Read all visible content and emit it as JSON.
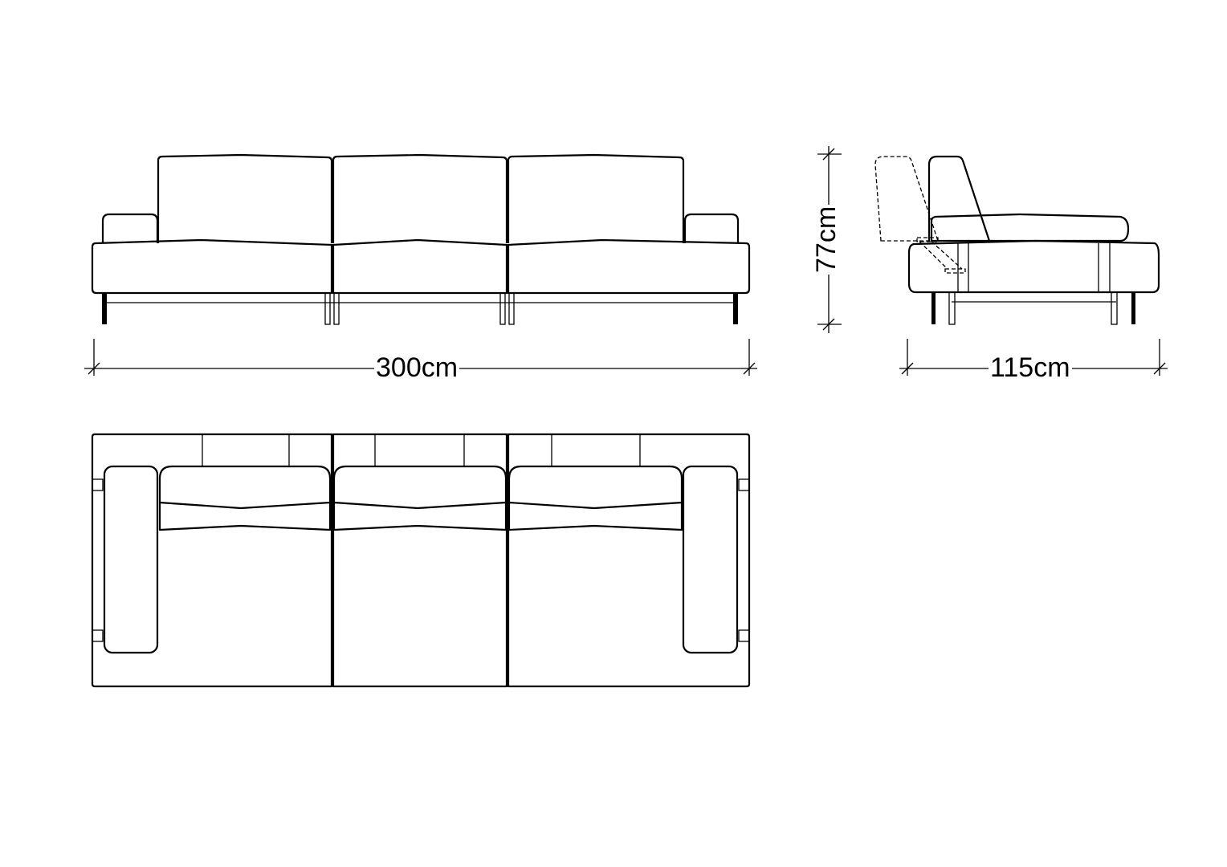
{
  "title": "Sofa dimension drawing",
  "dimensions": {
    "width": "300cm",
    "height": "77cm",
    "depth": "115cm"
  },
  "colors": {
    "line": "#000000",
    "background": "#ffffff"
  }
}
